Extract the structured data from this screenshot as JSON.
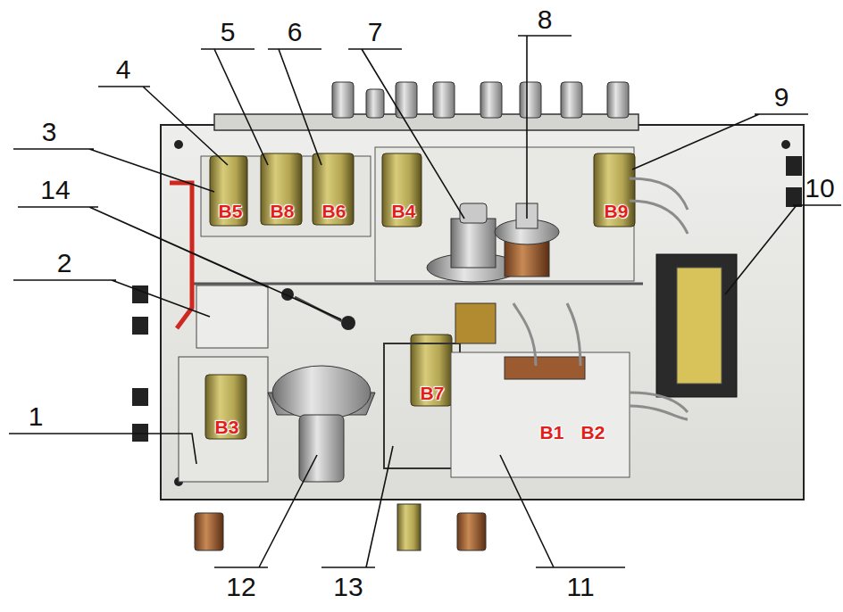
{
  "diagram": {
    "labels": [
      "8",
      "5",
      "6",
      "7",
      "4",
      "3",
      "9",
      "14",
      "10",
      "2",
      "1",
      "12",
      "13",
      "11",
      "B5",
      "B8",
      "B6",
      "B4",
      "B9",
      "B3",
      "B7",
      "B1",
      "B2"
    ]
  }
}
